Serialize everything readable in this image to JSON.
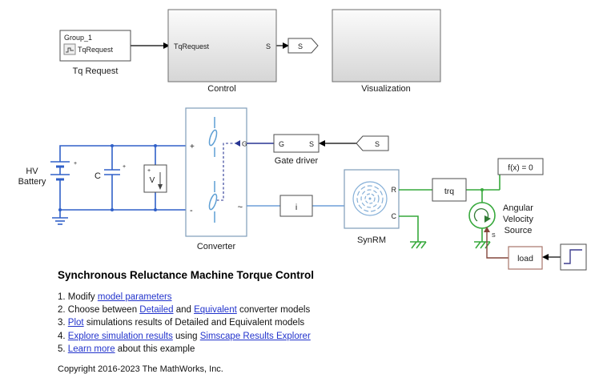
{
  "window": {
    "background": "#ffffff"
  },
  "colors": {
    "electrical": "#3060c8",
    "three_phase": "#6f9fd8",
    "mechanical_rotational": "#37a93c",
    "physical_signal": "#84463c",
    "gate_line": "#283593",
    "signal_line": "#000000",
    "hyperlink": "#2233cc",
    "simscape_border": "#7f9db9",
    "switch_icon": "#5e9fd4"
  },
  "diagram": {
    "tq_request": {
      "group": "Group_1",
      "signal": "TqRequest",
      "label": "Tq Request"
    },
    "control": {
      "port_in": "TqRequest",
      "port_out": "S",
      "label": "Control"
    },
    "goto_tag": {
      "text": "S"
    },
    "from_tag": {
      "text": "S"
    },
    "visualization": {
      "label": "Visualization"
    },
    "battery": {
      "label_line1": "HV",
      "label_line2": "Battery",
      "plus": "+"
    },
    "capacitor": {
      "label": "C",
      "plus": "+"
    },
    "voltage_sensor": {
      "label": "V",
      "plus": "+"
    },
    "converter": {
      "label": "Converter",
      "plus": "+",
      "minus": "-",
      "g": "G",
      "ac": "~"
    },
    "gate_driver": {
      "label": "Gate driver",
      "g": "G",
      "s": "S"
    },
    "current_sensor": {
      "label": "i"
    },
    "synrm": {
      "label": "SynRM",
      "r": "R",
      "c": "C"
    },
    "torque_sensor": {
      "label": "trq"
    },
    "solver": {
      "label": "f(x) = 0"
    },
    "velocity_source": {
      "label_line1": "Angular",
      "label_line2": "Velocity",
      "label_line3": "Source",
      "s": "S"
    },
    "load": {
      "label": "load"
    }
  },
  "annotations": {
    "title": "Synchronous Reluctance Machine Torque Control",
    "steps": [
      {
        "pre": "1. Modify ",
        "link1": "model parameters",
        "mid": "",
        "link2": "",
        "post": ""
      },
      {
        "pre": "2. Choose between ",
        "link1": "Detailed",
        "mid": " and ",
        "link2": "Equivalent",
        "post": " converter models"
      },
      {
        "pre": "3. ",
        "link1": "Plot",
        "mid": " simulations results of Detailed and Equivalent models",
        "link2": "",
        "post": ""
      },
      {
        "pre": "4. ",
        "link1": "Explore simulation results",
        "mid": " using ",
        "link2": "Simscape Results Explorer",
        "post": ""
      },
      {
        "pre": "5. ",
        "link1": "Learn more",
        "mid": " about this example",
        "link2": "",
        "post": ""
      }
    ],
    "copyright": "Copyright 2016-2023 The MathWorks, Inc."
  }
}
